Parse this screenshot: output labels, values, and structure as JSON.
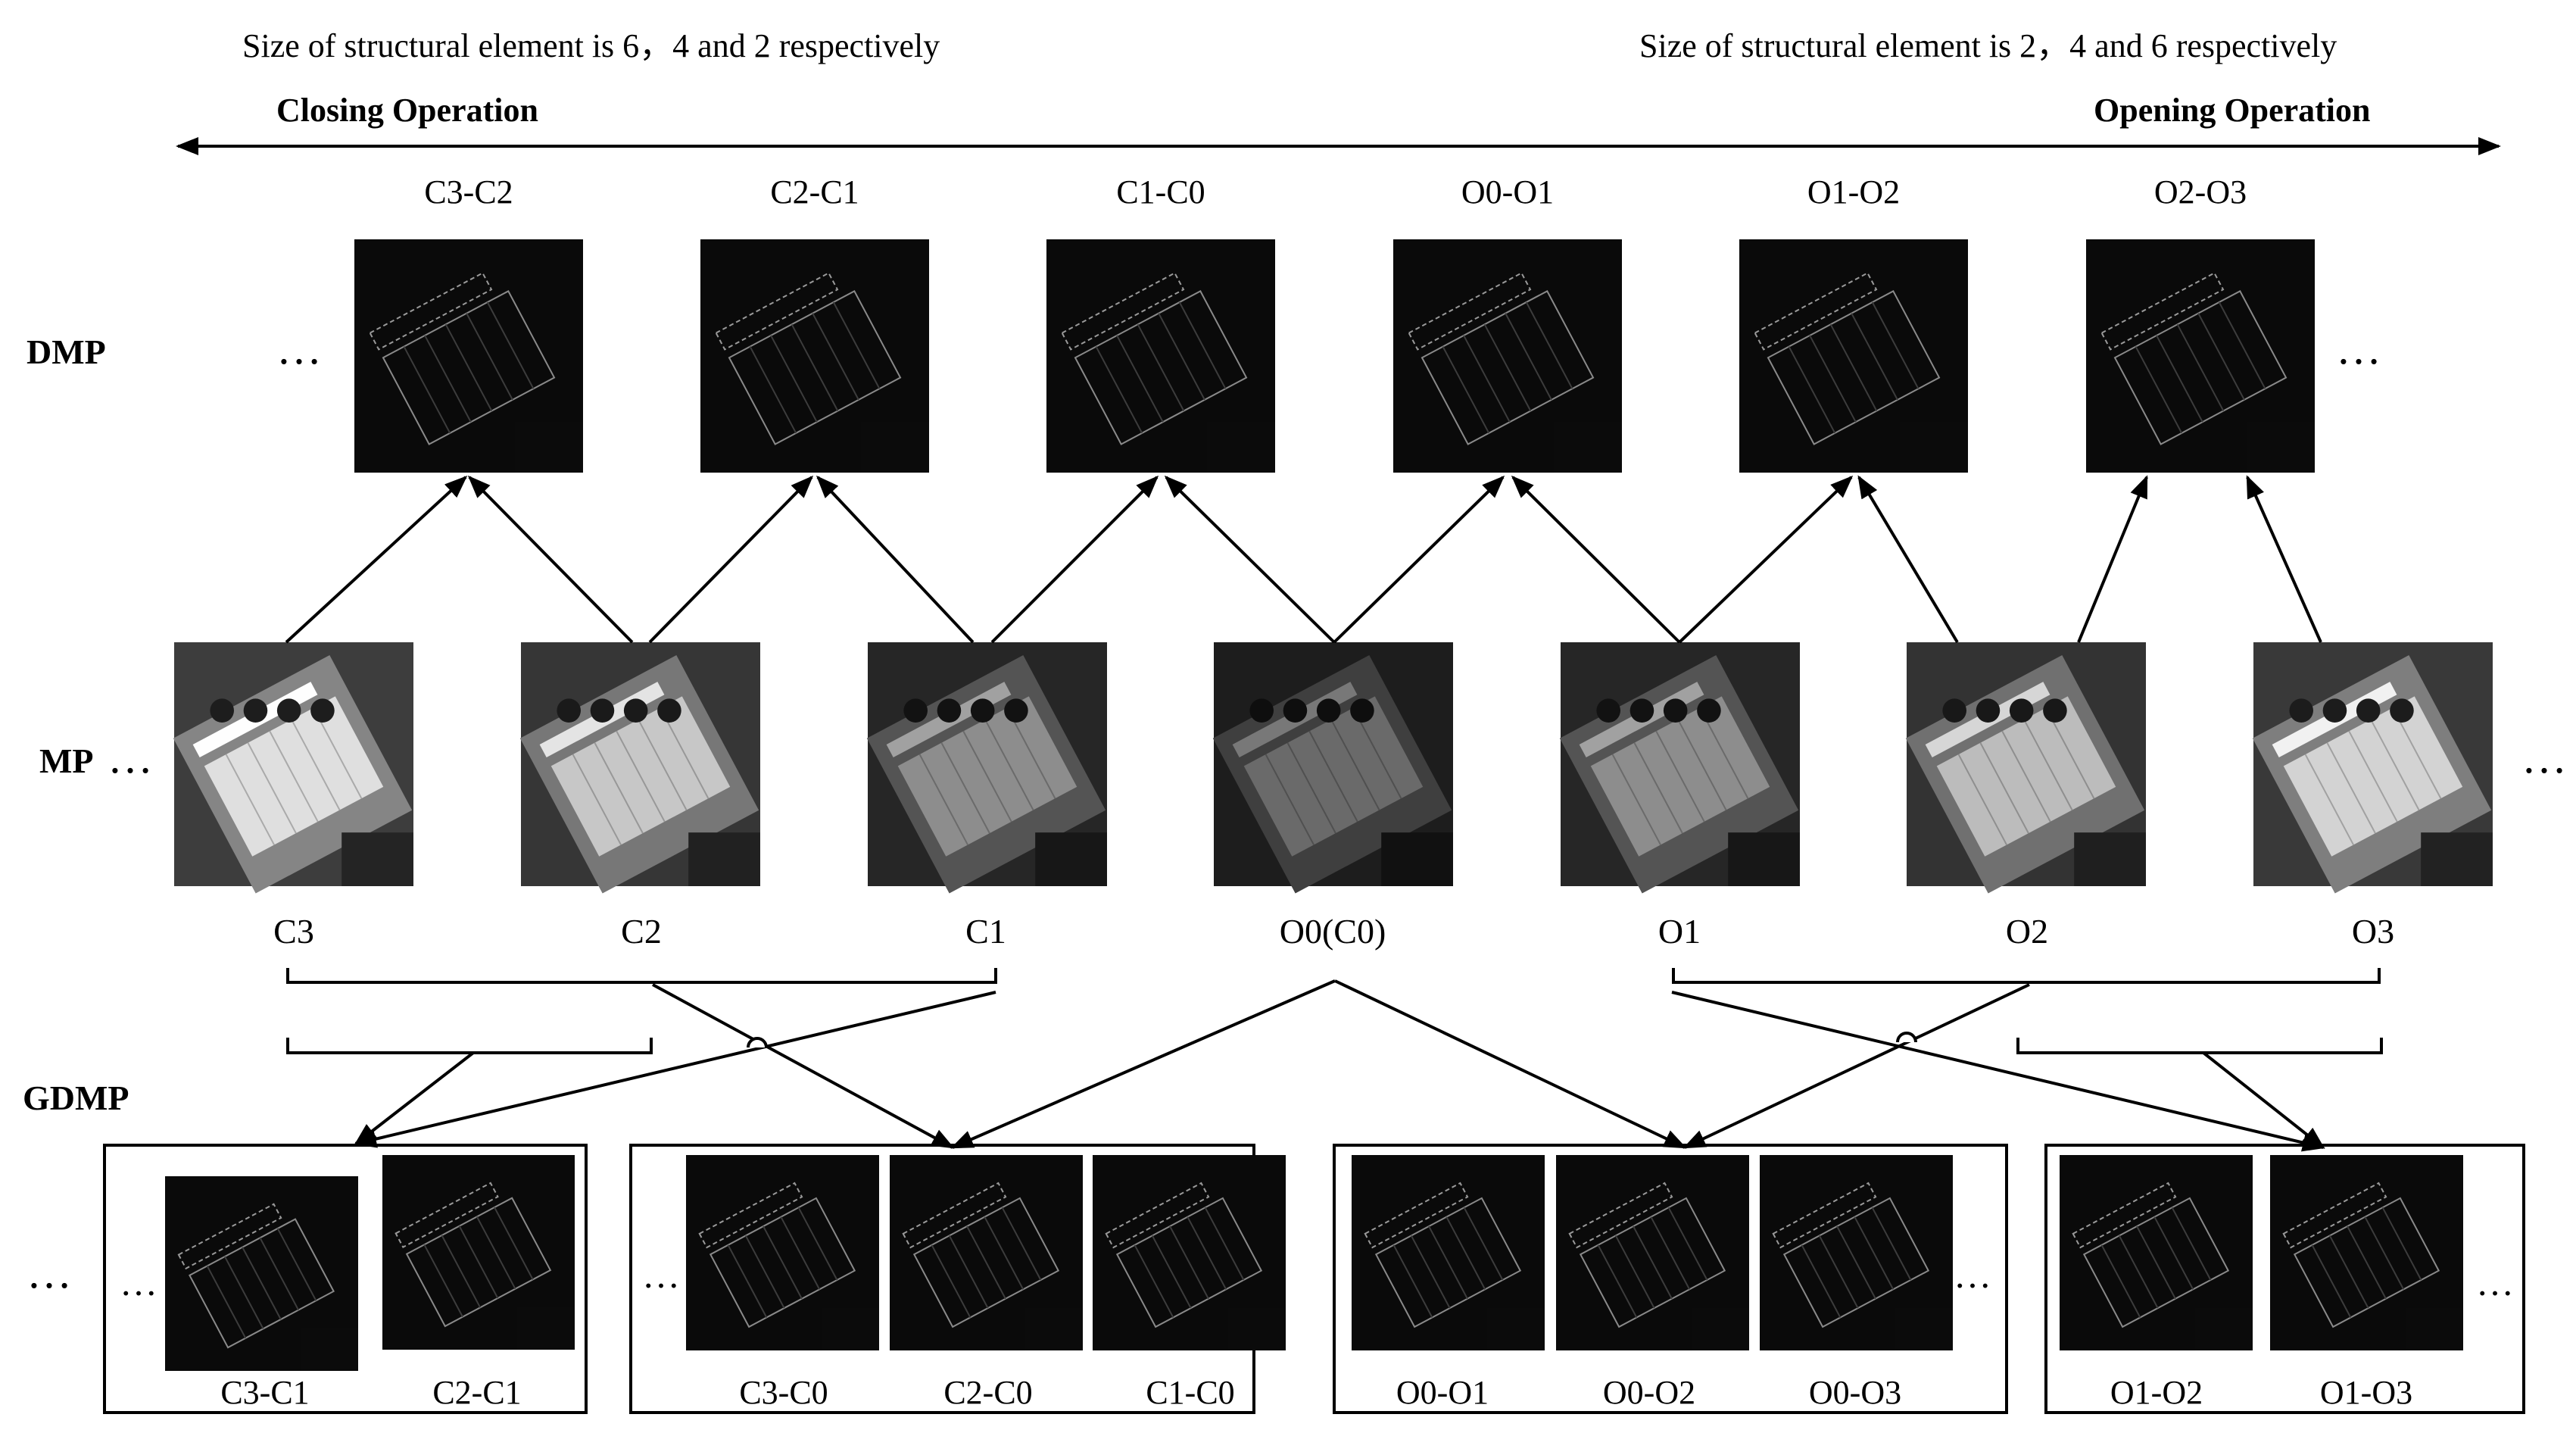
{
  "header": {
    "closing_note": "Size of structural element is 6，4 and 2 respectively",
    "opening_note": "Size of structural element is 2，4 and 6 respectively",
    "closing_label": "Closing Operation",
    "opening_label": "Opening Operation"
  },
  "rows": {
    "dmp": "DMP",
    "mp": "MP",
    "gdmp": "GDMP"
  },
  "ellipsis": "…",
  "dmp_labels": [
    "C3-C2",
    "C2-C1",
    "C1-C0",
    "O0-O1",
    "O1-O2",
    "O2-O3"
  ],
  "mp_labels": [
    "C3",
    "C2",
    "C1",
    "O0(C0)",
    "O1",
    "O2",
    "O3"
  ],
  "gdmp_groups": [
    {
      "labels": [
        "C3-C1",
        "C2-C1"
      ]
    },
    {
      "labels": [
        "C3-C0",
        "C2-C0",
        "C1-C0"
      ]
    },
    {
      "labels": [
        "O0-O1",
        "O0-O2",
        "O0-O3"
      ]
    },
    {
      "labels": [
        "O1-O2",
        "O1-O3"
      ]
    }
  ],
  "mp_brightness": [
    0.95,
    0.85,
    0.6,
    0.45,
    0.6,
    0.8,
    0.9
  ],
  "colors": {
    "line": "#000000",
    "tile_dark": "#0b0b0b",
    "tile_mid": "#3a3a3a"
  }
}
